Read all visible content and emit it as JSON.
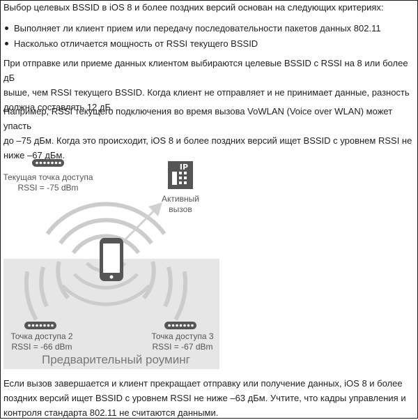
{
  "intro": "Выбор целевых BSSID в iOS 8 и более поздних версий основан на следующих критериях:",
  "bullets": [
    "Выполняет ли клиент прием или передачу последовательности пакетов данных 802.11",
    "Насколько отличается мощность от RSSI текущего BSSID"
  ],
  "paragraph1": [
    "При отправке или приеме данных клиентом выбираются целевые BSSID с RSSI на 8 или более дБ",
    "выше, чем RSSI текущего BSSID. Когда клиент не отправляет и не принимает данные, разность",
    "должна составлять 12 дБ."
  ],
  "paragraph2": [
    "Например, RSSI текущего подключения во время вызова VoWLAN (Voice over WLAN) может упасть",
    "до –75 дБм. Когда это происходит, iOS 8 и более поздних версий ищет BSSID с уровнем RSSI не",
    "ниже –67 дБм."
  ],
  "diagram": {
    "current_ap": {
      "title": "Текущая точка доступа",
      "rssi": "RSSI  = -75 dBm"
    },
    "active_call": {
      "line1": "Активный",
      "line2": "вызов",
      "phone_label": "IP"
    },
    "ap2": {
      "title": "Точка доступа 2",
      "rssi": "RSSI  = -66 dBm"
    },
    "ap3": {
      "title": "Точка доступа 3",
      "rssi": "RSSI  = -67 dBm"
    },
    "caption": "Предварительный роуминг"
  },
  "paragraph3": [
    "Если вызов завершается и клиент прекращает отправку или получение данных, iOS 8 и более",
    "поздних версий ищет BSSID с уровнем RSSI не ниже –63 дБм. Учтите, что кадры управления и",
    "контроля стандарта 802.11 не считаются данными."
  ],
  "colors": {
    "text": "#222222",
    "label": "#555555",
    "region": "#e6e6e6",
    "arc": "#cccccc",
    "device_fill": "#555555"
  }
}
